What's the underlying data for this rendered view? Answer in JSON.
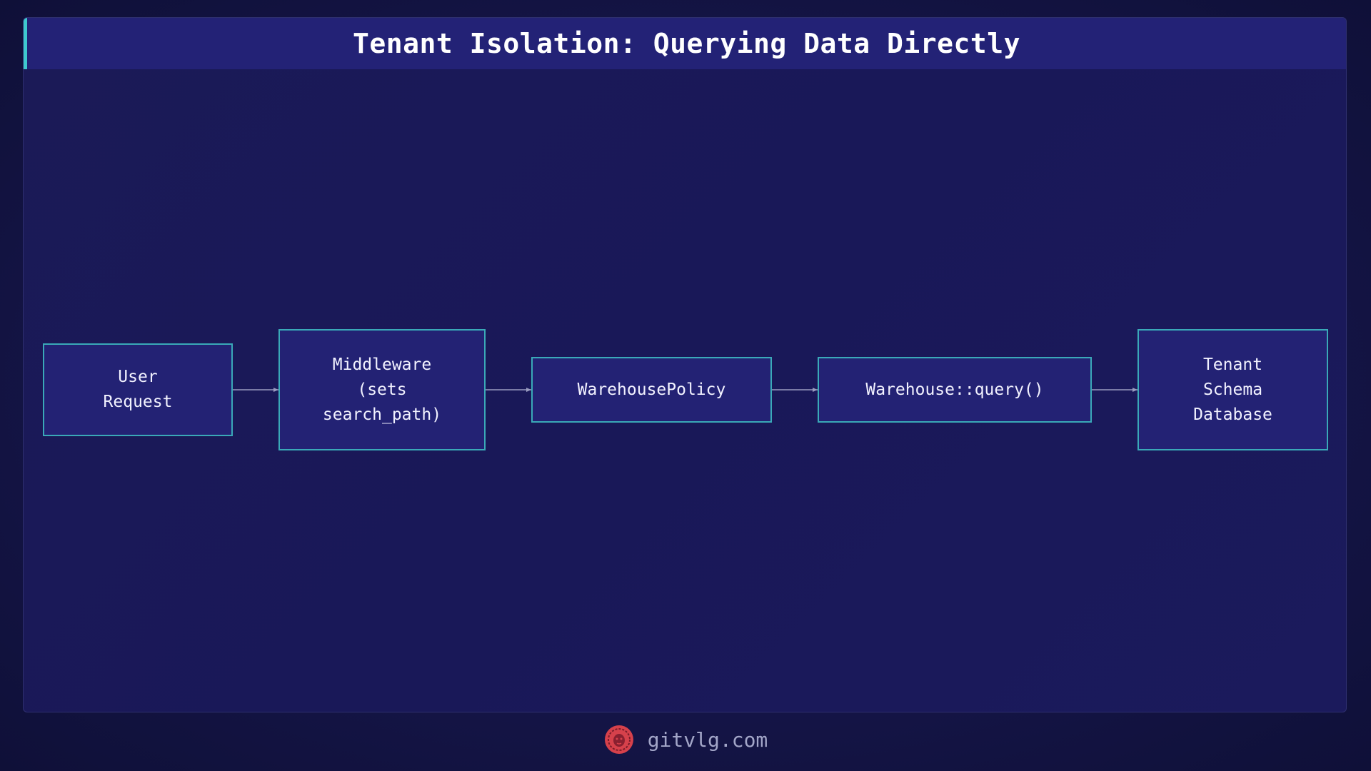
{
  "title": "Tenant Isolation: Querying Data Directly",
  "diagram": {
    "nodes": [
      {
        "id": "user-request",
        "lines": [
          "User",
          "Request"
        ]
      },
      {
        "id": "middleware",
        "lines": [
          "Middleware",
          "(sets",
          "search_path)"
        ]
      },
      {
        "id": "warehouse-policy",
        "lines": [
          "WarehousePolicy"
        ]
      },
      {
        "id": "warehouse-query",
        "lines": [
          "Warehouse::query()"
        ]
      },
      {
        "id": "tenant-schema-database",
        "lines": [
          "Tenant",
          "Schema",
          "Database"
        ]
      }
    ],
    "edges": [
      {
        "from": "user-request",
        "to": "middleware"
      },
      {
        "from": "middleware",
        "to": "warehouse-policy"
      },
      {
        "from": "warehouse-policy",
        "to": "warehouse-query"
      },
      {
        "from": "warehouse-query",
        "to": "tenant-schema-database"
      }
    ]
  },
  "footer": {
    "site": "gitvlg.com",
    "logo_icon": "lion-logo-icon"
  },
  "colors": {
    "background": "#151548",
    "title_bar": "#232276",
    "accent": "#3ec9cf",
    "node_fill": "#232274",
    "node_border": "#3aa9b8",
    "edge": "#9a9cc0",
    "logo": "#d6414b"
  }
}
